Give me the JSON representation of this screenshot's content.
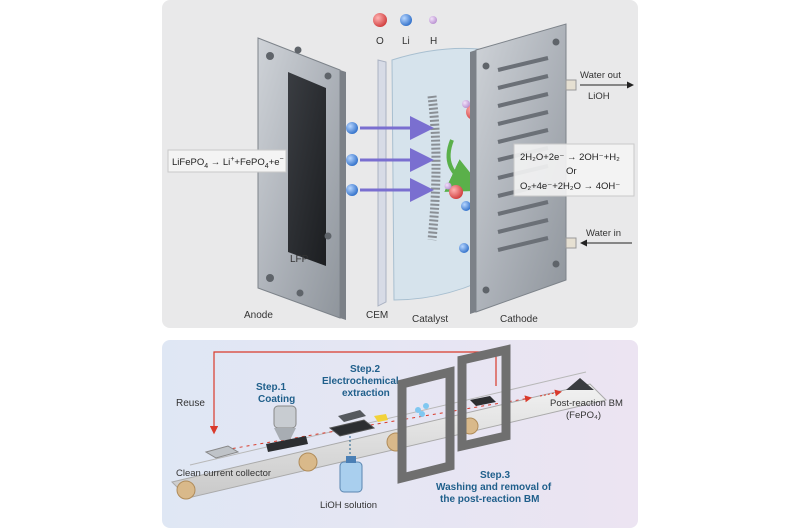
{
  "top_panel": {
    "legend": [
      {
        "symbol": "O",
        "color": "#e05a5a"
      },
      {
        "symbol": "Li",
        "color": "#4a8fdc"
      },
      {
        "symbol": "H",
        "color": "#c9a0dc"
      }
    ],
    "anode_equation": {
      "base": "LiFePO",
      "sub4": "4",
      "arrow": " → Li",
      "plus": "+",
      "rest": "+FePO",
      "sub4b": "4",
      "e": "+e",
      "minus": "−"
    },
    "cathode_eq_line1": "2H₂O+2e⁻ → 2OH⁻+H₂",
    "cathode_eq_or": "Or",
    "cathode_eq_line2": "O₂+4e⁻+2H₂O → 4OH⁻",
    "water_out": "Water out",
    "lioh_out": "LiOH",
    "water_in": "Water in",
    "lfp_label": "LFP",
    "labels": {
      "anode": "Anode",
      "cem": "CEM",
      "catalyst": "Catalyst",
      "cathode": "Cathode"
    }
  },
  "bottom_panel": {
    "reuse": "Reuse",
    "step1_title": "Step.1",
    "step1_name": "Coating",
    "step2_title": "Step.2",
    "step2_name": "Electrochemical",
    "step2_name2": "extraction",
    "step3_title": "Step.3",
    "step3_line1": "Washing and removal of",
    "step3_line2": "the post-reaction BM",
    "post_reaction": "Post-reaction BM",
    "post_reaction_formula": "(FePO₄)",
    "clean_collector": "Clean current collector",
    "lioh_solution": "LiOH solution"
  },
  "colors": {
    "top_bg": "#e9e9ea",
    "bottom_bg_left": "#dfe7f4",
    "bottom_bg_right": "#ece4f2",
    "arrow_purple": "#7a6fd0",
    "green_arrow": "#5ab04a",
    "reuse_red": "#d93a2b",
    "step_blue": "#1f5f8b"
  }
}
